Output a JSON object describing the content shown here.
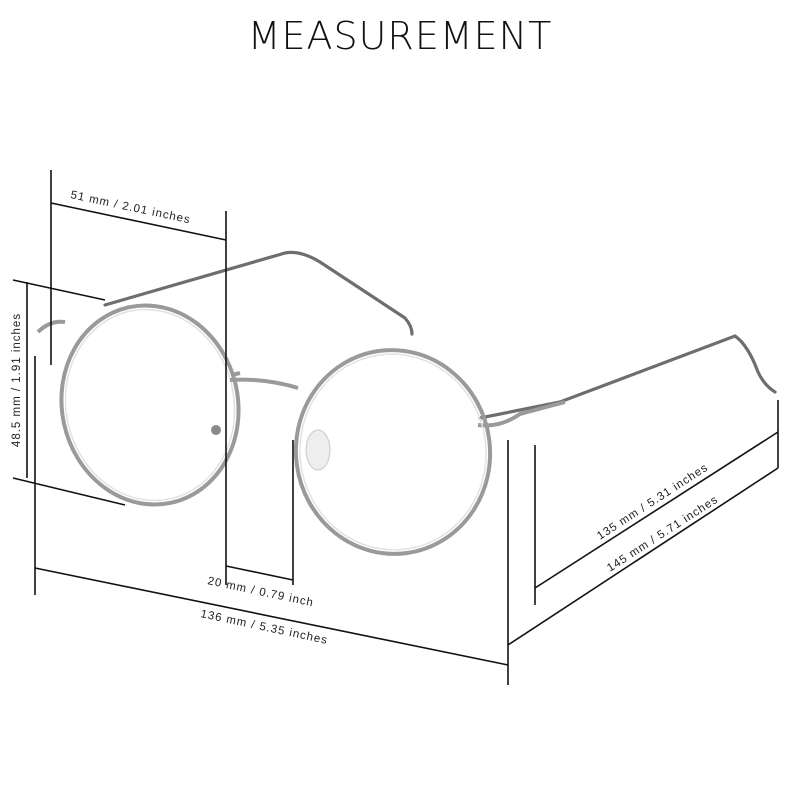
{
  "title": "MEASUREMENT",
  "measurements": {
    "lens_width": "51 mm / 2.01 inches",
    "lens_height": "48.5 mm / 1.91 inches",
    "bridge_width": "20 mm / 0.79 inch",
    "frame_width": "136 mm / 5.35 inches",
    "temple_length_inner": "135 mm /  5.31 inches",
    "temple_length_total": "145 mm / 5.71 inches"
  },
  "colors": {
    "frame": "#9a9a9a",
    "lines": "#111111"
  }
}
